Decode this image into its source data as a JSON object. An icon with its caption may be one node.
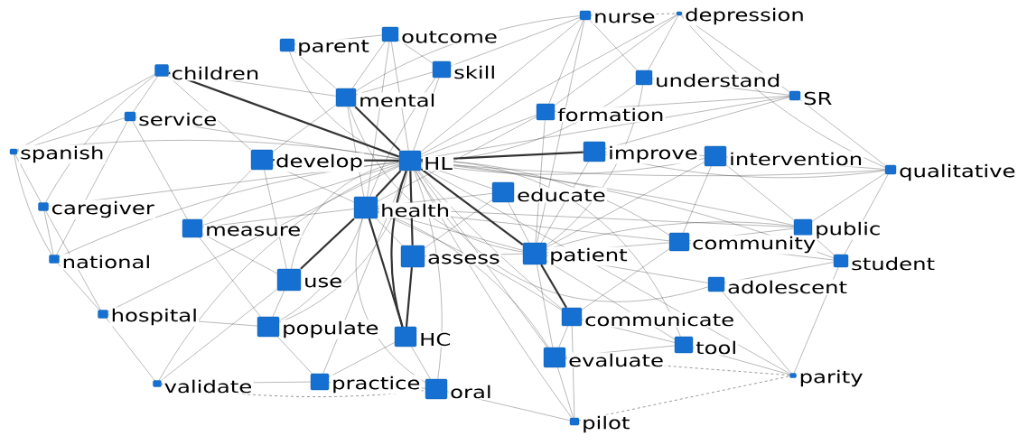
{
  "diagram": {
    "nodes": [
      {
        "text": [],
        "shape": "box",
        "beside": [
          "nurse"
        ]
      },
      {
        "text": [],
        "shape": "box",
        "beside": [
          "depression"
        ]
      },
      {
        "text": [],
        "shape": "box",
        "beside": [
          "parent"
        ]
      },
      {
        "text": [],
        "shape": "box",
        "beside": [
          "outcome"
        ]
      },
      {
        "text": [],
        "shape": "box",
        "beside": [
          "children"
        ]
      },
      {
        "text": [],
        "shape": "box",
        "beside": [
          "skill"
        ]
      },
      {
        "text": [],
        "shape": "box",
        "beside": [
          "understand"
        ]
      },
      {
        "text": [],
        "shape": "box",
        "beside": [
          "mental"
        ]
      },
      {
        "text": [],
        "shape": "box",
        "beside": [
          "SR"
        ]
      },
      {
        "text": [],
        "shape": "box",
        "beside": [
          "service"
        ]
      },
      {
        "text": [],
        "shape": "box",
        "beside": [
          "formation"
        ]
      },
      {
        "text": [],
        "shape": "box",
        "beside": [
          "spanish"
        ]
      },
      {
        "text": [],
        "shape": "box",
        "beside": [
          "develop"
        ]
      },
      {
        "text": [],
        "shape": "box",
        "beside": [
          "HL"
        ]
      },
      {
        "text": [],
        "shape": "box",
        "beside": [
          "improve"
        ]
      },
      {
        "text": [],
        "shape": "box",
        "beside": [
          "intervention"
        ]
      },
      {
        "text": [],
        "shape": "box",
        "beside": [
          "qualitative"
        ]
      },
      {
        "text": [],
        "shape": "box",
        "beside": [
          "caregiver"
        ]
      },
      {
        "text": [],
        "shape": "box",
        "beside": [
          "educate"
        ]
      },
      {
        "text": [],
        "shape": "box",
        "beside": [
          "health"
        ]
      },
      {
        "text": [],
        "shape": "box",
        "beside": [
          "measure"
        ]
      },
      {
        "text": [],
        "shape": "box",
        "beside": [
          "public"
        ]
      },
      {
        "text": [],
        "shape": "box",
        "beside": [
          "community"
        ]
      },
      {
        "text": [],
        "shape": "box",
        "beside": [
          "national"
        ]
      },
      {
        "text": [],
        "shape": "box",
        "beside": [
          "assess"
        ]
      },
      {
        "text": [],
        "shape": "box",
        "beside": [
          "patient"
        ]
      },
      {
        "text": [],
        "shape": "box",
        "beside": [
          "student"
        ]
      },
      {
        "text": [],
        "shape": "box",
        "beside": [
          "use"
        ]
      },
      {
        "text": [],
        "shape": "box",
        "beside": [
          "adolescent"
        ]
      },
      {
        "text": [],
        "shape": "box",
        "beside": [
          "hospital"
        ]
      },
      {
        "text": [],
        "shape": "box",
        "beside": [
          "communicate"
        ]
      },
      {
        "text": [],
        "shape": "box",
        "beside": [
          "populate"
        ]
      },
      {
        "text": [],
        "shape": "box",
        "beside": [
          "HC"
        ]
      },
      {
        "text": [],
        "shape": "box",
        "beside": [
          "tool"
        ]
      },
      {
        "text": [],
        "shape": "box",
        "beside": [
          "evaluate"
        ]
      },
      {
        "text": [],
        "shape": "box",
        "beside": [
          "validate"
        ]
      },
      {
        "text": [],
        "shape": "box",
        "beside": [
          "practice"
        ]
      },
      {
        "text": [],
        "shape": "box",
        "beside": [
          "oral"
        ]
      },
      {
        "text": [],
        "shape": "box",
        "beside": [
          "parity"
        ]
      },
      {
        "text": [],
        "shape": "box",
        "beside": [
          "pilot"
        ]
      }
    ],
    "edges": [
      {
        "from": 13,
        "to": 0,
        "arrow": "none"
      },
      {
        "from": 13,
        "to": 1,
        "arrow": "none"
      },
      {
        "from": 13,
        "to": 2,
        "arrow": "none"
      },
      {
        "from": 13,
        "to": 3,
        "arrow": "none"
      },
      {
        "from": 13,
        "to": 4,
        "arrow": "none",
        "style": "thick"
      },
      {
        "from": 13,
        "to": 5,
        "arrow": "none"
      },
      {
        "from": 13,
        "to": 6,
        "arrow": "none"
      },
      {
        "from": 13,
        "to": 7,
        "arrow": "none",
        "style": "thick"
      },
      {
        "from": 13,
        "to": 8,
        "arrow": "none"
      },
      {
        "from": 13,
        "to": 9,
        "arrow": "none"
      },
      {
        "from": 13,
        "to": 10,
        "arrow": "none"
      },
      {
        "from": 13,
        "to": 11,
        "arrow": "none"
      },
      {
        "from": 13,
        "to": 12,
        "arrow": "none",
        "style": "thick"
      },
      {
        "from": 13,
        "to": 14,
        "arrow": "none",
        "style": "thick"
      },
      {
        "from": 13,
        "to": 15,
        "arrow": "none"
      },
      {
        "from": 13,
        "to": 16,
        "arrow": "none"
      },
      {
        "from": 13,
        "to": 17,
        "arrow": "none"
      },
      {
        "from": 13,
        "to": 18,
        "arrow": "none"
      },
      {
        "from": 13,
        "to": 19,
        "arrow": "none",
        "style": "thick"
      },
      {
        "from": 13,
        "to": 20,
        "arrow": "none"
      },
      {
        "from": 13,
        "to": 21,
        "arrow": "none"
      },
      {
        "from": 13,
        "to": 22,
        "arrow": "none"
      },
      {
        "from": 13,
        "to": 23,
        "arrow": "none"
      },
      {
        "from": 13,
        "to": 24,
        "arrow": "none",
        "style": "thick"
      },
      {
        "from": 13,
        "to": 25,
        "arrow": "none",
        "style": "thick"
      },
      {
        "from": 13,
        "to": 26,
        "arrow": "none"
      },
      {
        "from": 13,
        "to": 27,
        "arrow": "none"
      },
      {
        "from": 13,
        "to": 28,
        "arrow": "none"
      },
      {
        "from": 13,
        "to": 29,
        "arrow": "none"
      },
      {
        "from": 13,
        "to": 30,
        "arrow": "none"
      },
      {
        "from": 13,
        "to": 31,
        "arrow": "none"
      },
      {
        "from": 13,
        "to": 32,
        "arrow": "none",
        "style": "thick"
      },
      {
        "from": 13,
        "to": 33,
        "arrow": "none"
      },
      {
        "from": 13,
        "to": 34,
        "arrow": "none"
      },
      {
        "from": 13,
        "to": 35,
        "arrow": "none"
      },
      {
        "from": 13,
        "to": 36,
        "arrow": "none"
      },
      {
        "from": 13,
        "to": 37,
        "arrow": "none"
      },
      {
        "from": 13,
        "to": 38,
        "arrow": "none"
      },
      {
        "from": 13,
        "to": 39,
        "arrow": "none"
      },
      {
        "from": 19,
        "to": 7,
        "arrow": "none"
      },
      {
        "from": 19,
        "to": 3,
        "arrow": "none"
      },
      {
        "from": 19,
        "to": 5,
        "arrow": "none"
      },
      {
        "from": 19,
        "to": 10,
        "arrow": "none"
      },
      {
        "from": 19,
        "to": 12,
        "arrow": "none"
      },
      {
        "from": 19,
        "to": 18,
        "arrow": "none"
      },
      {
        "from": 19,
        "to": 20,
        "arrow": "none"
      },
      {
        "from": 19,
        "to": 24,
        "arrow": "none"
      },
      {
        "from": 19,
        "to": 25,
        "arrow": "none"
      },
      {
        "from": 19,
        "to": 27,
        "arrow": "none",
        "style": "thick"
      },
      {
        "from": 19,
        "to": 31,
        "arrow": "none"
      },
      {
        "from": 19,
        "to": 32,
        "arrow": "none",
        "style": "thick"
      },
      {
        "from": 19,
        "to": 37,
        "arrow": "none"
      },
      {
        "from": 19,
        "to": 30,
        "arrow": "none"
      },
      {
        "from": 19,
        "to": 34,
        "arrow": "none"
      },
      {
        "from": 19,
        "to": 22,
        "arrow": "none"
      },
      {
        "from": 19,
        "to": 21,
        "arrow": "none"
      },
      {
        "from": 25,
        "to": 7,
        "arrow": "none"
      },
      {
        "from": 25,
        "to": 10,
        "arrow": "none"
      },
      {
        "from": 25,
        "to": 14,
        "arrow": "none"
      },
      {
        "from": 25,
        "to": 15,
        "arrow": "none"
      },
      {
        "from": 25,
        "to": 18,
        "arrow": "none"
      },
      {
        "from": 25,
        "to": 22,
        "arrow": "none"
      },
      {
        "from": 25,
        "to": 24,
        "arrow": "none"
      },
      {
        "from": 25,
        "to": 28,
        "arrow": "none"
      },
      {
        "from": 25,
        "to": 30,
        "arrow": "none",
        "style": "thick"
      },
      {
        "from": 25,
        "to": 34,
        "arrow": "none"
      },
      {
        "from": 25,
        "to": 21,
        "arrow": "none"
      },
      {
        "from": 25,
        "to": 33,
        "arrow": "none"
      },
      {
        "from": 25,
        "to": 0,
        "arrow": "none"
      },
      {
        "from": 25,
        "to": 6,
        "arrow": "none"
      },
      {
        "from": 0,
        "to": 1,
        "arrow": "none",
        "style": "dashed"
      },
      {
        "from": 0,
        "to": 6,
        "arrow": "none"
      },
      {
        "from": 0,
        "to": 10,
        "arrow": "none"
      },
      {
        "from": 0,
        "to": 5,
        "arrow": "none"
      },
      {
        "from": 0,
        "to": 7,
        "arrow": "none"
      },
      {
        "from": 1,
        "to": 6,
        "arrow": "none"
      },
      {
        "from": 1,
        "to": 8,
        "arrow": "none"
      },
      {
        "from": 1,
        "to": 16,
        "arrow": "none"
      },
      {
        "from": 1,
        "to": 10,
        "arrow": "none"
      },
      {
        "from": 4,
        "to": 9,
        "arrow": "none"
      },
      {
        "from": 4,
        "to": 11,
        "arrow": "none"
      },
      {
        "from": 4,
        "to": 17,
        "arrow": "none"
      },
      {
        "from": 4,
        "to": 12,
        "arrow": "none"
      },
      {
        "from": 4,
        "to": 7,
        "arrow": "none"
      },
      {
        "from": 9,
        "to": 11,
        "arrow": "none"
      },
      {
        "from": 9,
        "to": 20,
        "arrow": "none"
      },
      {
        "from": 9,
        "to": 23,
        "arrow": "none"
      },
      {
        "from": 11,
        "to": 17,
        "arrow": "none"
      },
      {
        "from": 11,
        "to": 23,
        "arrow": "none"
      },
      {
        "from": 17,
        "to": 23,
        "arrow": "none"
      },
      {
        "from": 17,
        "to": 29,
        "arrow": "none"
      },
      {
        "from": 23,
        "to": 29,
        "arrow": "none"
      },
      {
        "from": 29,
        "to": 35,
        "arrow": "none"
      },
      {
        "from": 29,
        "to": 31,
        "arrow": "none"
      },
      {
        "from": 35,
        "to": 36,
        "arrow": "none"
      },
      {
        "from": 35,
        "to": 37,
        "arrow": "none",
        "style": "dashed"
      },
      {
        "from": 35,
        "to": 27,
        "arrow": "none"
      },
      {
        "from": 36,
        "to": 37,
        "arrow": "none"
      },
      {
        "from": 36,
        "to": 31,
        "arrow": "none"
      },
      {
        "from": 36,
        "to": 32,
        "arrow": "none"
      },
      {
        "from": 37,
        "to": 32,
        "arrow": "none"
      },
      {
        "from": 37,
        "to": 39,
        "arrow": "none"
      },
      {
        "from": 39,
        "to": 34,
        "arrow": "none"
      },
      {
        "from": 39,
        "to": 30,
        "arrow": "none"
      },
      {
        "from": 39,
        "to": 38,
        "arrow": "none",
        "style": "dashed"
      },
      {
        "from": 38,
        "to": 33,
        "arrow": "none"
      },
      {
        "from": 38,
        "to": 28,
        "arrow": "none"
      },
      {
        "from": 38,
        "to": 26,
        "arrow": "none"
      },
      {
        "from": 38,
        "to": 34,
        "arrow": "none",
        "style": "dashed"
      },
      {
        "from": 16,
        "to": 8,
        "arrow": "none"
      },
      {
        "from": 16,
        "to": 21,
        "arrow": "none"
      },
      {
        "from": 16,
        "to": 26,
        "arrow": "none"
      },
      {
        "from": 16,
        "to": 15,
        "arrow": "none"
      },
      {
        "from": 16,
        "to": 14,
        "arrow": "none"
      },
      {
        "from": 8,
        "to": 6,
        "arrow": "none"
      },
      {
        "from": 8,
        "to": 10,
        "arrow": "none"
      },
      {
        "from": 8,
        "to": 14,
        "arrow": "none"
      },
      {
        "from": 15,
        "to": 14,
        "arrow": "none"
      },
      {
        "from": 15,
        "to": 21,
        "arrow": "none"
      },
      {
        "from": 15,
        "to": 22,
        "arrow": "none"
      },
      {
        "from": 21,
        "to": 26,
        "arrow": "none"
      },
      {
        "from": 21,
        "to": 22,
        "arrow": "none"
      },
      {
        "from": 26,
        "to": 28,
        "arrow": "none"
      },
      {
        "from": 26,
        "to": 22,
        "arrow": "none"
      },
      {
        "from": 33,
        "to": 30,
        "arrow": "none"
      },
      {
        "from": 33,
        "to": 34,
        "arrow": "none"
      },
      {
        "from": 30,
        "to": 34,
        "arrow": "none"
      },
      {
        "from": 30,
        "to": 22,
        "arrow": "none"
      },
      {
        "from": 24,
        "to": 32,
        "arrow": "none",
        "style": "thick"
      },
      {
        "from": 24,
        "to": 18,
        "arrow": "none"
      },
      {
        "from": 7,
        "to": 3,
        "arrow": "none"
      },
      {
        "from": 7,
        "to": 2,
        "arrow": "none"
      },
      {
        "from": 7,
        "to": 5,
        "arrow": "none"
      },
      {
        "from": 7,
        "to": 12,
        "arrow": "none"
      },
      {
        "from": 3,
        "to": 2,
        "arrow": "none"
      },
      {
        "from": 3,
        "to": 5,
        "arrow": "none"
      },
      {
        "from": 12,
        "to": 20,
        "arrow": "none"
      },
      {
        "from": 12,
        "to": 27,
        "arrow": "none"
      },
      {
        "from": 20,
        "to": 27,
        "arrow": "none"
      },
      {
        "from": 20,
        "to": 31,
        "arrow": "none"
      },
      {
        "from": 27,
        "to": 31,
        "arrow": "none"
      }
    ]
  }
}
